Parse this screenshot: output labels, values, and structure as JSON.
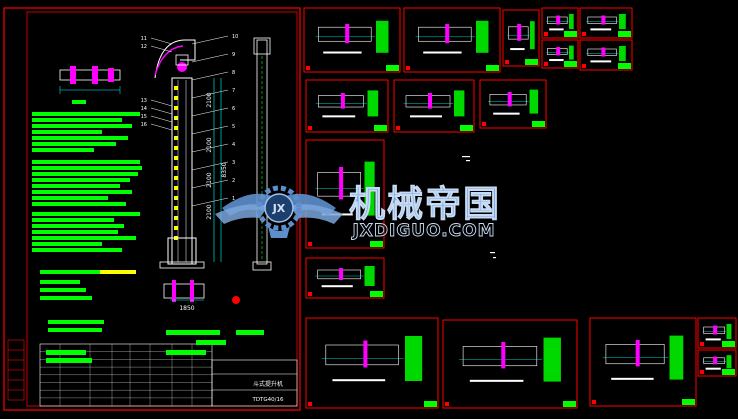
{
  "colors": {
    "background": "#000000",
    "frame": "#ff0000",
    "line": "#ffffff",
    "fill": "#00ff00",
    "accent": "#ff00ff",
    "dim": "#00ffff",
    "note_yellow": "#ffff00",
    "watermark": "#4a7fc0",
    "watermark_text": "#9ec2ec"
  },
  "drawing": {
    "part_numbers_left": [
      "11",
      "12",
      "13",
      "14",
      "15",
      "16"
    ],
    "part_numbers_right": [
      "10",
      "9",
      "8",
      "7",
      "6",
      "5",
      "4",
      "3",
      "2",
      "1"
    ],
    "dim_1": "2100",
    "dim_2": "2100",
    "dim_3": "2100",
    "dim_4": "2100",
    "dim_total": "8350",
    "dim_bottom": "1850",
    "title_block": {
      "drawing_name": "斗式提升机",
      "code": "TDTG40/16"
    }
  },
  "watermark": {
    "cn": "机械帝国",
    "en": "JXDIGUO.COM",
    "badge": "JX",
    "logo_icon": "winged-gear-icon"
  }
}
